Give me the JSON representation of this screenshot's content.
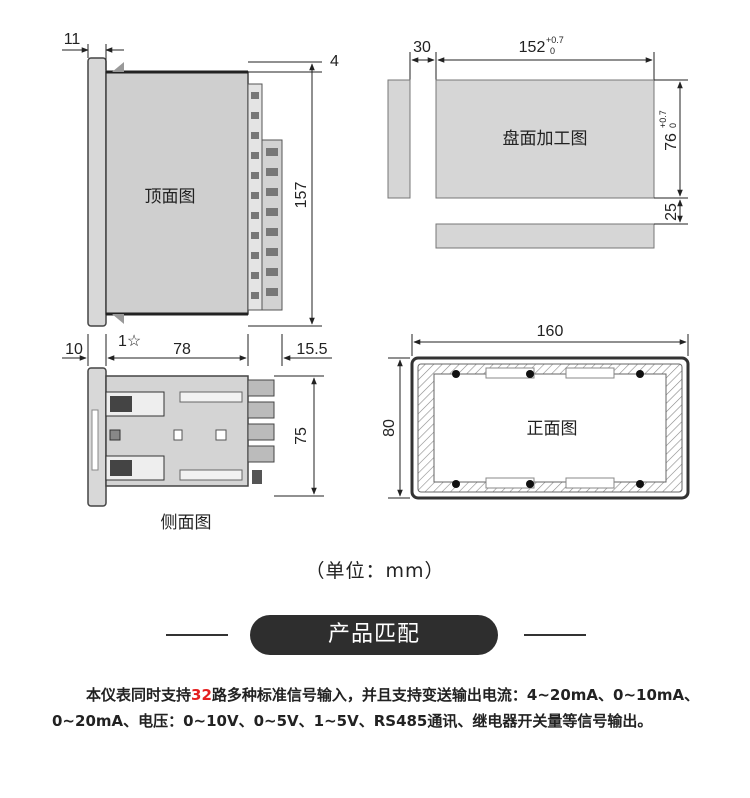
{
  "views": {
    "top": {
      "label": "顶面图",
      "dims": {
        "front": "11",
        "rear_gap": "4",
        "height": "157",
        "mark": "1☆"
      }
    },
    "side": {
      "label": "侧面图",
      "dims": {
        "panel": "10",
        "depth": "78",
        "terminal": "15.5",
        "height": "75"
      }
    },
    "cutout": {
      "label": "盘面加工图",
      "dims": {
        "margin": "30",
        "width": "152",
        "width_tol_upper": "+0.7",
        "width_tol_lower": "0",
        "height": "76",
        "height_tol_upper": "+0.7",
        "height_tol_lower": "0",
        "gap": "25"
      }
    },
    "front": {
      "label": "正面图",
      "dims": {
        "width": "160",
        "height": "80"
      }
    }
  },
  "unit_note": "（单位：mm）",
  "section_title": "产品匹配",
  "description": {
    "prefix": "本仪表同时支持",
    "highlight": "32",
    "rest": "路多种标准信号输入，并且支持变送输出电流：4~20mA、0~10mA、0~20mA、电压：0~10V、0~5V、1~5V、RS485通讯、继电器开关量等信号输出。"
  },
  "colors": {
    "highlight": "#e41f1f",
    "banner_bg": "#2e2e2e",
    "panel_fill": "#d8d8d8",
    "body_fill": "#d0d0d0"
  }
}
